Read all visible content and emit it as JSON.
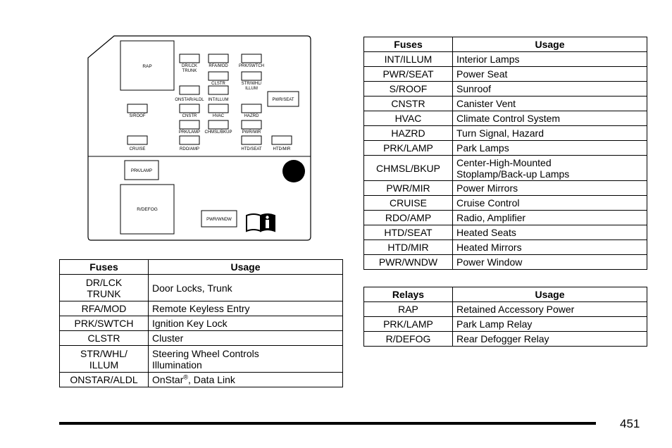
{
  "diagram": {
    "labels": {
      "rap": "RAP",
      "dr_lck_line1": "DR/LCK",
      "dr_lck_line2": "TRUNK",
      "rfa_mod": "RFA/MOD",
      "prk_swtch": "PRK/SWTCH",
      "clstr": "CLSTR",
      "str_whl_line1": "STR/WHL/",
      "str_whl_line2": "ILLUM",
      "onstar_aldl": "ONSTAR/ALDL",
      "int_illum": "INT/ILLUM",
      "pwr_seat": "PWR/SEAT",
      "s_roof": "S/ROOF",
      "cnstr": "CNSTR",
      "hvac": "HVAC",
      "hazrd": "HAZRD",
      "prk_lamp_fuse": "PRK/LAMP",
      "chmsl_bkup": "CHMSL/BKUP",
      "pwr_mir": "PWR/MIR",
      "cruise": "CRUISE",
      "rdo_amp": "RDO/AMP",
      "htd_seat": "HTD/SEAT",
      "htd_mir": "HTD/MIR",
      "prk_lamp_relay": "PRK/LAMP",
      "r_defog": "R/DEFOG",
      "pwr_wndw": "PWR/WNDW"
    },
    "icon": "book-info-icon"
  },
  "fuses_left": {
    "header": {
      "col1": "Fuses",
      "col2": "Usage"
    },
    "rows": [
      {
        "fuse_line1": "DR/LCK",
        "fuse_line2": "TRUNK",
        "usage": "Door Locks, Trunk"
      },
      {
        "fuse": "RFA/MOD",
        "usage": "Remote Keyless Entry"
      },
      {
        "fuse": "PRK/SWTCH",
        "usage": "Ignition Key Lock"
      },
      {
        "fuse": "CLSTR",
        "usage": "Cluster"
      },
      {
        "fuse_line1": "STR/WHL/",
        "fuse_line2": "ILLUM",
        "usage_line1": "Steering Wheel Controls",
        "usage_line2": "Illumination"
      },
      {
        "fuse": "ONSTAR/ALDL",
        "usage_pre": "OnStar",
        "usage_sup": "®",
        "usage_post": ", Data Link"
      }
    ]
  },
  "fuses_right": {
    "header": {
      "col1": "Fuses",
      "col2": "Usage"
    },
    "rows": [
      {
        "fuse": "INT/ILLUM",
        "usage": "Interior Lamps"
      },
      {
        "fuse": "PWR/SEAT",
        "usage": "Power Seat"
      },
      {
        "fuse": "S/ROOF",
        "usage": "Sunroof"
      },
      {
        "fuse": "CNSTR",
        "usage": "Canister Vent"
      },
      {
        "fuse": "HVAC",
        "usage": "Climate Control System"
      },
      {
        "fuse": "HAZRD",
        "usage": "Turn Signal, Hazard"
      },
      {
        "fuse": "PRK/LAMP",
        "usage": "Park Lamps"
      },
      {
        "fuse": "CHMSL/BKUP",
        "usage_line1": "Center-High-Mounted",
        "usage_line2": "Stoplamp/Back-up Lamps"
      },
      {
        "fuse": "PWR/MIR",
        "usage": "Power Mirrors"
      },
      {
        "fuse": "CRUISE",
        "usage": "Cruise Control"
      },
      {
        "fuse": "RDO/AMP",
        "usage": "Radio, Amplifier"
      },
      {
        "fuse": "HTD/SEAT",
        "usage": "Heated Seats"
      },
      {
        "fuse": "HTD/MIR",
        "usage": "Heated Mirrors"
      },
      {
        "fuse": "PWR/WNDW",
        "usage": "Power Window"
      }
    ]
  },
  "relays": {
    "header": {
      "col1": "Relays",
      "col2": "Usage"
    },
    "rows": [
      {
        "relay": "RAP",
        "usage": "Retained Accessory Power"
      },
      {
        "relay": "PRK/LAMP",
        "usage": "Park Lamp Relay"
      },
      {
        "relay": "R/DEFOG",
        "usage": "Rear Defogger Relay"
      }
    ]
  },
  "page_number": "451"
}
